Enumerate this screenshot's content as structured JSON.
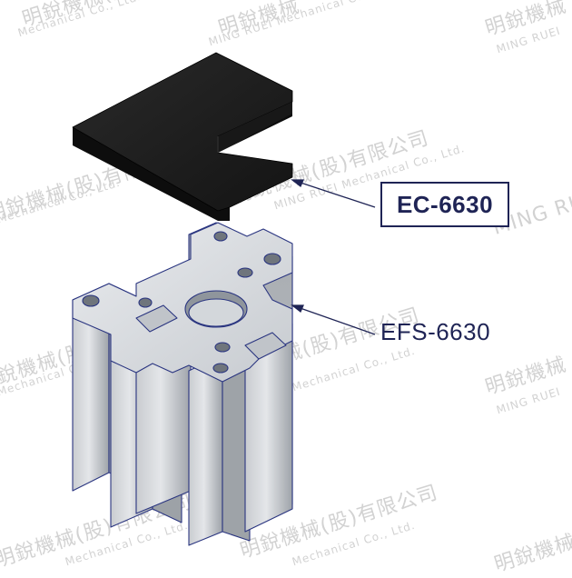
{
  "watermark": {
    "company_cn": "明銳機械(股)有限公司",
    "company_en": "Mechanical Co., Ltd.",
    "brand_short_cn": "明銳機械",
    "brand_en": "MING RUEI",
    "brand_en_full": "MING RUEI Mechanical Co., Ltd."
  },
  "parts": {
    "end_cap": {
      "code": "EC-6630"
    },
    "profile": {
      "code": "EFS-6630"
    }
  },
  "colors": {
    "label_text": "#1f2455",
    "leader_line": "#1f2455",
    "end_cap_fill": "#1c1c1c",
    "profile_fill": "#b4b8bd",
    "profile_outline": "#2a3580",
    "watermark": "#d2d2d2"
  }
}
